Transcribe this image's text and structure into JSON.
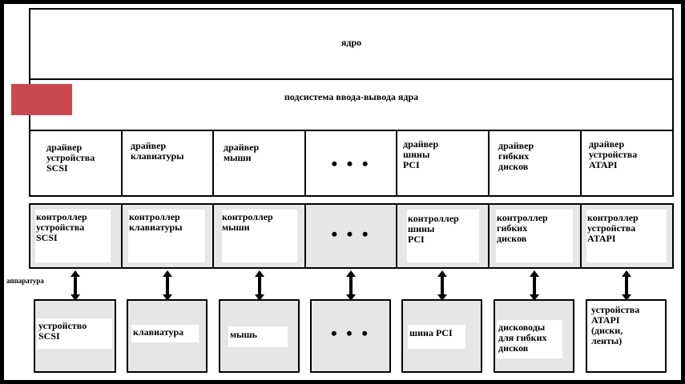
{
  "kernel": {
    "label": "ядро"
  },
  "io_subsystem": {
    "label": "подсистема ввода-вывода ядра"
  },
  "hardware_label": "аппаратура",
  "drivers": [
    "драйвер\nустройства\nSCSI",
    "драйвер\nклавиатуры",
    "драйвер\nмыши",
    "• • •",
    "драйвер\nшины\nPCI",
    "драйвер\nгибких\nдисков",
    "драйвер\nустройства\nATAPI"
  ],
  "controllers": [
    "контроллер\nустройства\nSCSI",
    "контроллер\nклавиатуры",
    "контроллер\nмыши",
    "• • •",
    "контроллер\nшины\nPCI",
    "контроллер\nгибких\nдисков",
    "контроллер\nустройства\nATAPI"
  ],
  "devices": [
    "устройство\nSCSI",
    "клавиатура",
    "мышь",
    "• • •",
    "шина PCI",
    "дисководы\nдля гибких\nдисков",
    "устройства\nATAPI\n(диски,\nленты)"
  ],
  "colors": {
    "red_block": "#c9494e",
    "gray_fill": "#e6e6e6"
  }
}
